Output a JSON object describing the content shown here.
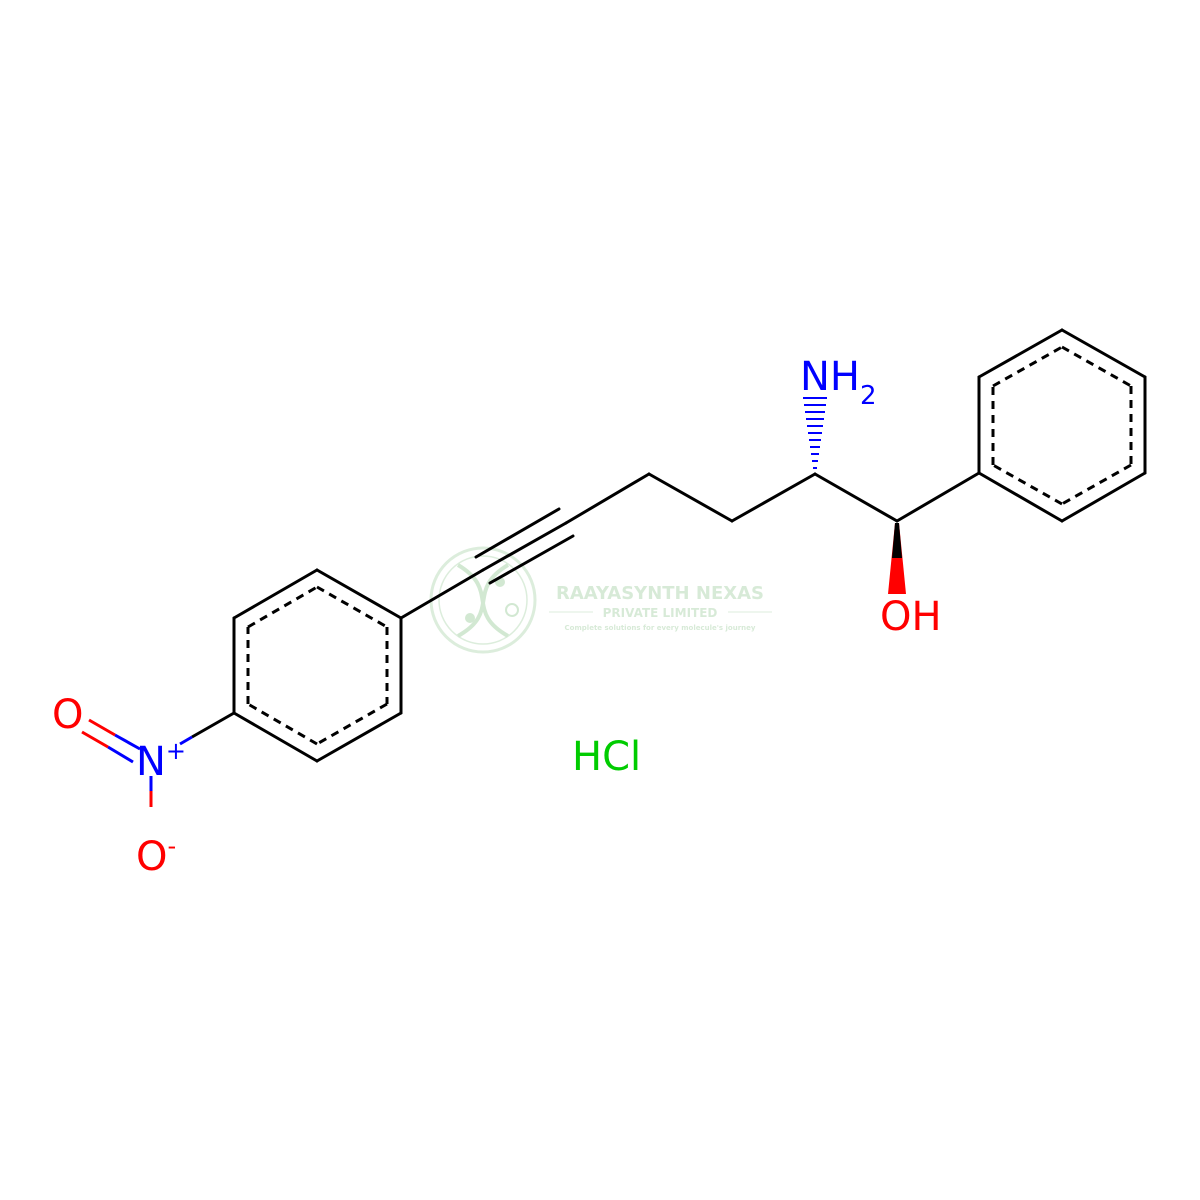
{
  "labels": {
    "amine_main": "NH",
    "amine_sub": "2",
    "hydroxyl": "OH",
    "nitro_n": "N",
    "nitro_n_charge": "+",
    "nitro_o_top": "O",
    "nitro_o_bottom": "O",
    "nitro_o_charge": "-",
    "salt": "HCl"
  },
  "watermark": {
    "line1": "RAAYASYNTH NEXAS",
    "line2": "PRIVATE LIMITED",
    "line3": "Complete solutions for every molecule's journey"
  },
  "colors": {
    "bond": "#000000",
    "nitrogen": "#0000ff",
    "oxygen": "#ff0000",
    "chlorine": "#00cc00",
    "watermark": "#b5d8b5"
  },
  "icons": {
    "logo": "dna-molecule-logo"
  }
}
